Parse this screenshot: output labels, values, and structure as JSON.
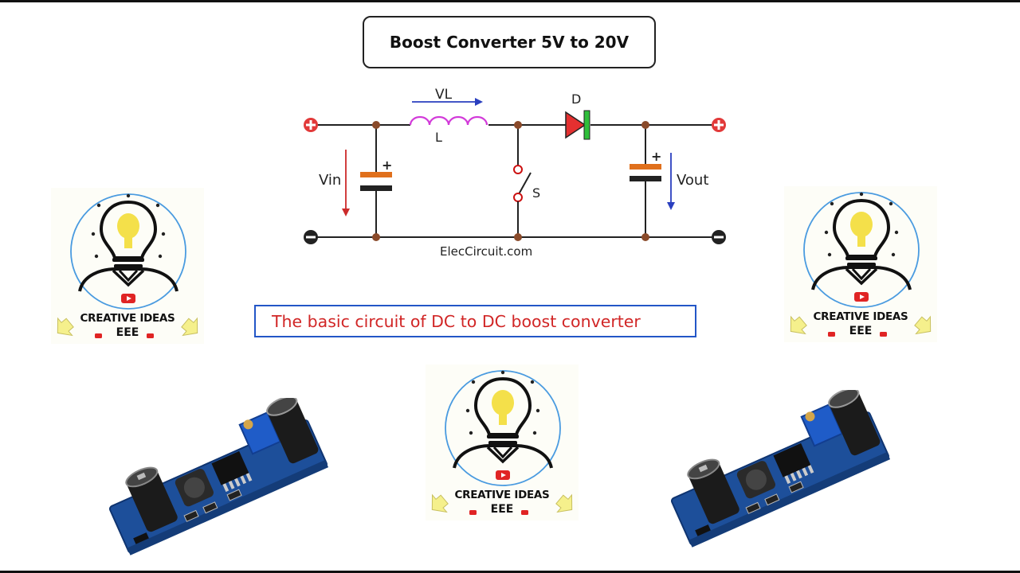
{
  "title": "Boost Converter 5V to 20V",
  "circuit": {
    "labels": {
      "vl": "VL",
      "l": "L",
      "d": "D",
      "vin": "Vin",
      "vout": "Vout",
      "s": "S",
      "plus": "+"
    },
    "watermark": "ElecCircuit.com"
  },
  "caption": "The basic circuit of DC to DC boost converter",
  "logo": {
    "name": "CREATIVE IDEAS",
    "sub": "EEE"
  },
  "colors": {
    "inductor": "#d23ad9",
    "diode_fill": "#e43030",
    "diode_band": "#2fbf3a",
    "capacitor": "#e0701c",
    "terminal": "#e23a3a",
    "node": "#8a4a2a",
    "arrow_vl": "#2a3fbf",
    "arrow_vin": "#cc2a2a",
    "arrow_vout": "#2a3fbf",
    "caption_border": "#2356c7",
    "caption_text": "#d12626",
    "pcb": "#1d4f9a",
    "bulb": "#f4e04a"
  }
}
